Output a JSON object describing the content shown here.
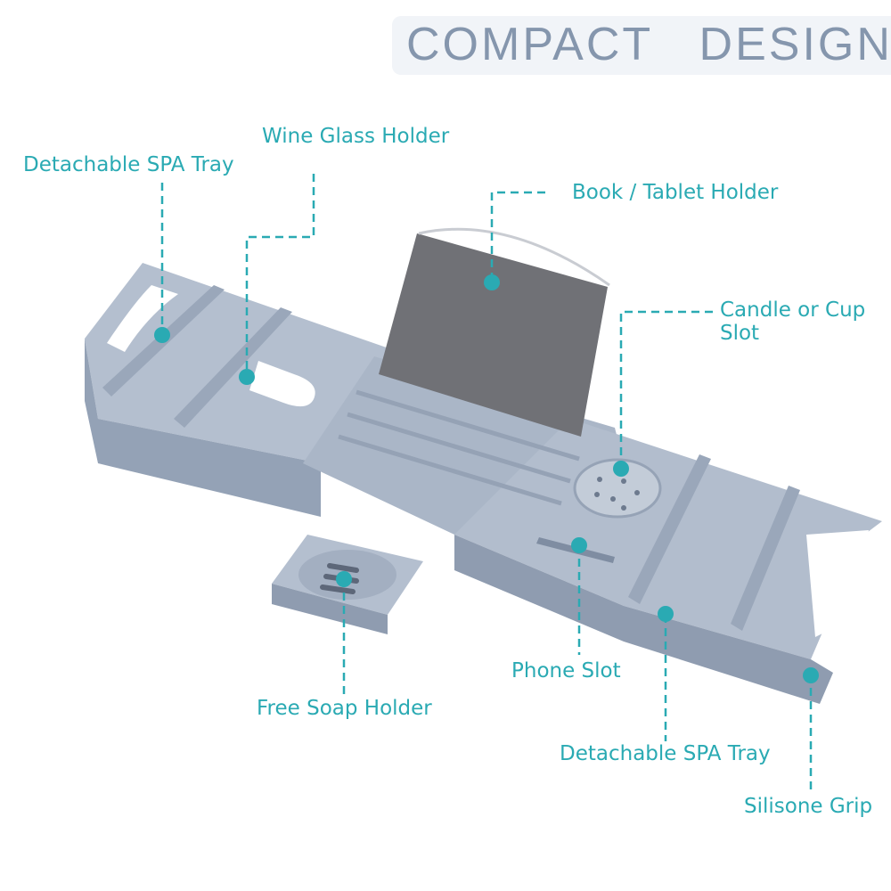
{
  "heading": {
    "text": "COMPACT   DESIGN"
  },
  "colors": {
    "accent": "#2aaab3",
    "heading": "#8596ad",
    "tray": "#a9b5c6",
    "tray_dark": "#8f9cb0",
    "fabric": "#6e6f74"
  },
  "callouts": {
    "detachable_spa_tray_left": "Detachable SPA Tray",
    "wine_glass_holder": "Wine Glass Holder",
    "book_tablet_holder": "Book / Tablet Holder",
    "candle_or_cup_slot_line1": "Candle or Cup",
    "candle_or_cup_slot_line2": "Slot",
    "phone_slot": "Phone Slot",
    "free_soap_holder": "Free Soap Holder",
    "detachable_spa_tray_right": "Detachable SPA Tray",
    "silisone_grip": "Silisone Grip"
  }
}
